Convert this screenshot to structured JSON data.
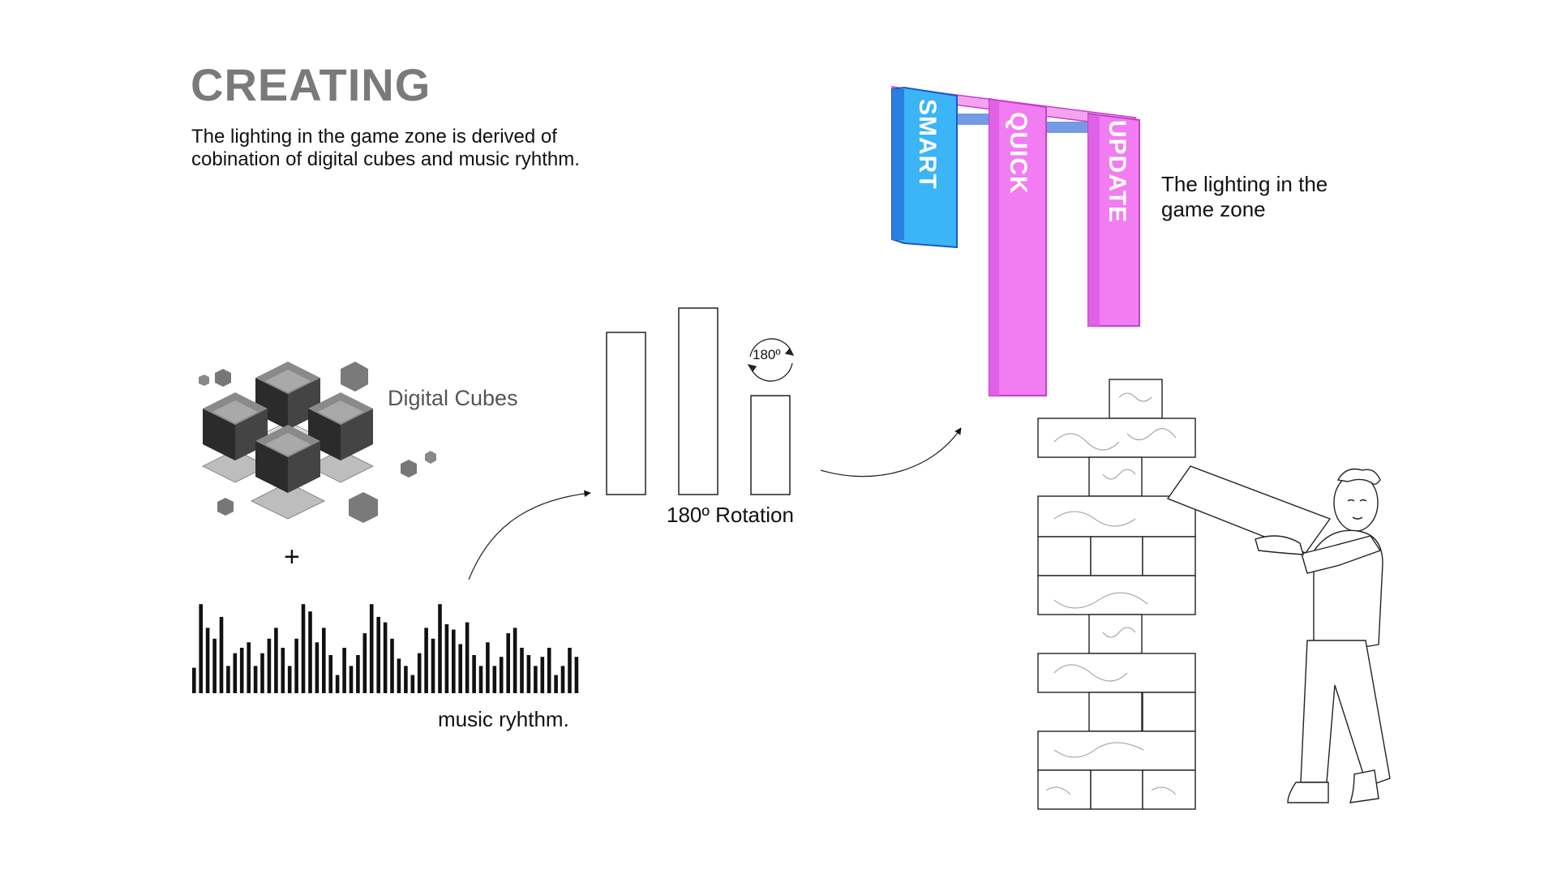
{
  "title": "CREATING",
  "intro": "The lighting in the game zone is derived of cobination of digital cubes and music ryhthm.",
  "cubes_label": "Digital Cubes",
  "plus": "+",
  "music_label": "music ryhthm.",
  "rotation": {
    "label": "180º Rotation",
    "badge": "180º"
  },
  "zone_label": "The lighting in the game zone",
  "signs": {
    "smart": "SMART",
    "quick": "QUICK",
    "update": "UPDATE"
  },
  "colors": {
    "title_gray": "#7a7a7a",
    "sign_blue": "#3cb4f8",
    "sign_magenta": "#f27cf2"
  },
  "icons": {
    "cubes": "isometric-cubes-icon",
    "waveform": "audio-waveform-icon",
    "rotate": "rotate-arrows-icon",
    "person": "person-building-blocks-illustration"
  }
}
